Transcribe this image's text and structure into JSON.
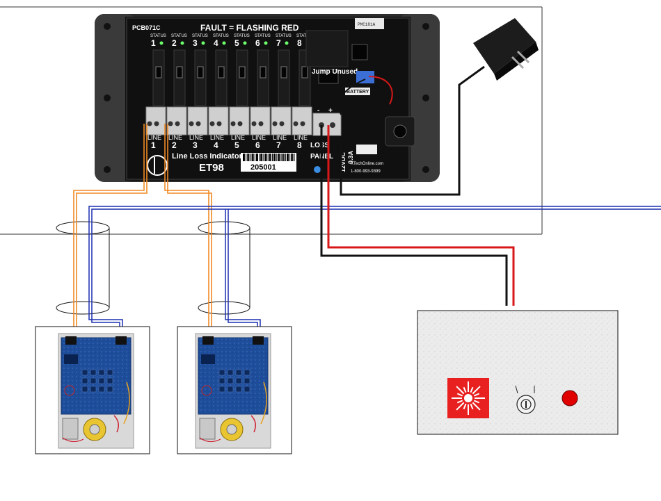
{
  "board": {
    "pcb_code": "PCB071C",
    "fault_banner": "FAULT = FLASHING RED",
    "chip_label": "PMC181A",
    "status_label": "STATUS",
    "channels": [
      "1",
      "2",
      "3",
      "4",
      "5",
      "6",
      "7",
      "8"
    ],
    "line_label": "LINE",
    "jump_label": "Jump Unused",
    "battery_label": "BATTERY",
    "product_title": "Line Loss Indicator",
    "model": "ET98",
    "serial": "205001",
    "loss_label": "LOSS",
    "panel_label": "PANEL",
    "voltage": "12VDC",
    "fuse": "0.3A",
    "website": "KTechOnline.com",
    "phone": "1-800-993-9399",
    "minus_symbol": "-",
    "plus_symbol": "+"
  },
  "colors": {
    "orange_wire": "#f08a24",
    "blue_wire": "#1a2fb0",
    "red_wire": "#d81818",
    "black_wire": "#111111",
    "enclosure": "#2a2a2a",
    "pcb": "#0e0e0e",
    "strobe_red": "#e82020",
    "led_red": "#e00000",
    "panel_bg": "#e9e9e9"
  },
  "icons": [
    "power-adapter-icon",
    "strobe-icon",
    "keyswitch-icon",
    "indicator-led-icon",
    "fire-panel-board-icon"
  ]
}
